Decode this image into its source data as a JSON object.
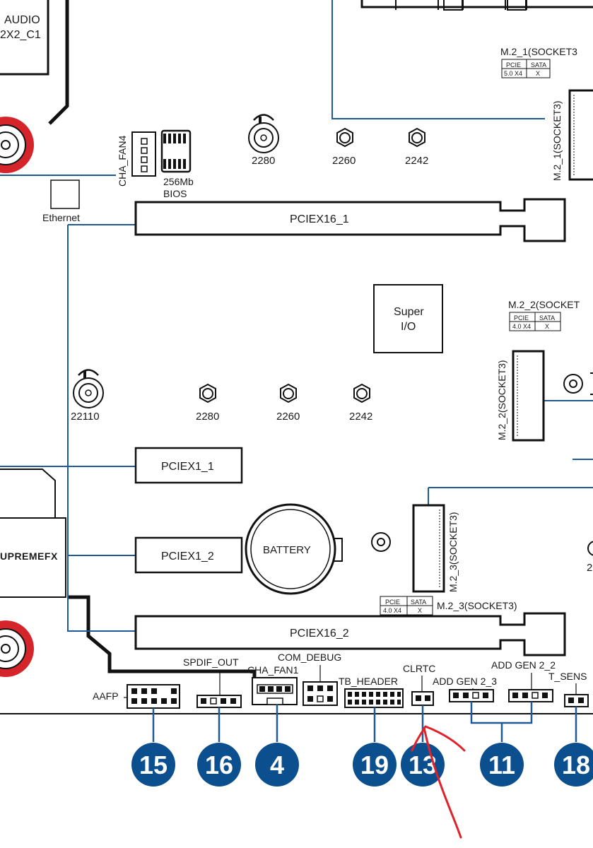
{
  "colors": {
    "board_line": "#111111",
    "route_line": "#1f5a96",
    "badge_fill": "#0b4f8f",
    "screw_ring": "#d6242b",
    "annotation": "#e0222a"
  },
  "labels": {
    "audio": "AUDIO",
    "audio_sub": "2X2_C1",
    "m2_1_title": "M.2_1(SOCKET3",
    "m2_1_slot": "M.2_1(SOCKET3)",
    "m2_2_title": "M.2_2(SOCKET",
    "m2_2_slot": "M.2_2(SOCKET3)",
    "m2_3_title": "M.2_3(SOCKET3)",
    "m2_3_slot": "M.2_3(SOCKET3)",
    "cha_fan4": "CHA_FAN4",
    "bios_size": "256Mb",
    "bios": "BIOS",
    "ethernet": "Ethernet",
    "pciex16_1": "PCIEX16_1",
    "pciex16_2": "PCIEX16_2",
    "pciex1_1": "PCIEX1_1",
    "pciex1_2": "PCIEX1_2",
    "super_io_1": "Super",
    "super_io_2": "I/O",
    "battery": "BATTERY",
    "supremefx": "UPREMEFX",
    "standoffs_top": [
      "2280",
      "2260",
      "2242"
    ],
    "standoffs_mid": [
      "22110",
      "2280",
      "2260",
      "2242"
    ],
    "standoff_right_cut": "2",
    "spdif_out": "SPDIF_OUT",
    "com_debug": "COM_DEBUG",
    "cha_fan1": "CHA_FAN1",
    "tb_header": "TB_HEADER",
    "clrtc": "CLRTC",
    "add_gen2_2": "ADD GEN 2_2",
    "add_gen2_3": "ADD GEN 2_3",
    "t_sens": "T_SENS",
    "aafp": "AAFP"
  },
  "m2_tables": {
    "header": [
      "PCIE",
      "SATA"
    ],
    "m2_1": [
      "5.0 X4",
      "X"
    ],
    "m2_2": [
      "4.0 X4",
      "X"
    ],
    "m2_3": [
      "4.0 X4",
      "X"
    ]
  },
  "badges": [
    "15",
    "16",
    "4",
    "19",
    "13",
    "11",
    "18"
  ]
}
